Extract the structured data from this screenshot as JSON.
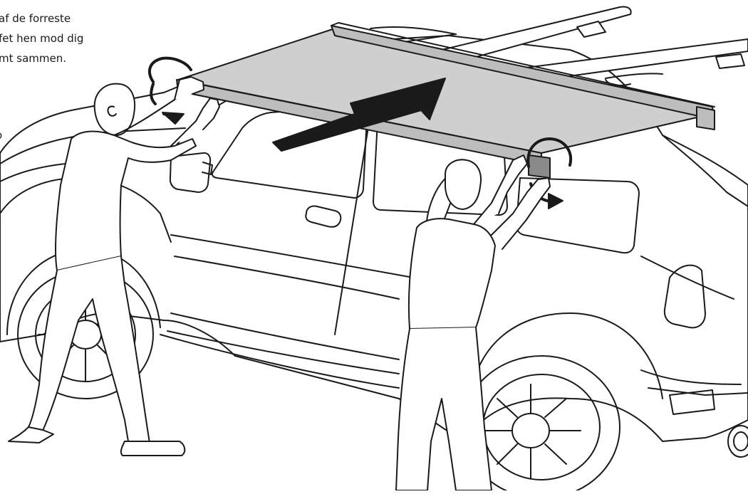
{
  "instructions": {
    "lines": [
      "af de forreste",
      "fet hen mod dig",
      "mt sammen.",
      "o"
    ]
  },
  "colors": {
    "line": "#1a1a1a",
    "awning_fabric": "#cfcfcf",
    "awning_housing": "#bdbdbd",
    "arrow": "#1a1a1a",
    "background": "#ffffff"
  },
  "icons": [
    "rotate-arrow-left",
    "rotate-arrow-right",
    "push-direction-arrow"
  ]
}
